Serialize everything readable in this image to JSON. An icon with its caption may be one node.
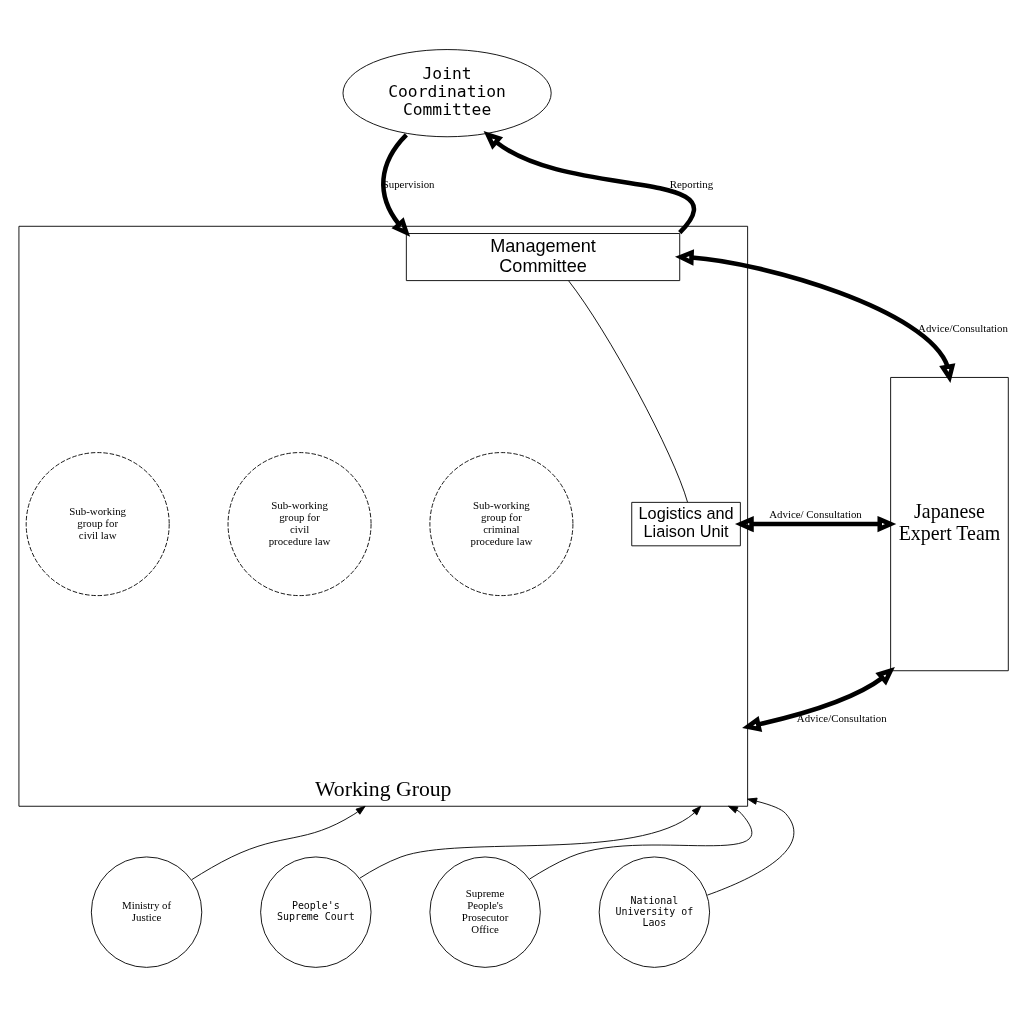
{
  "diagram": {
    "nodes": [
      {
        "text": [
          "Joint Coordination Committee"
        ]
      },
      {
        "text": [
          "Working Group"
        ]
      },
      {
        "text": [
          "Management Committee"
        ],
        "in": 1
      },
      {
        "text": [
          "Sub-working group for civil law"
        ],
        "in": 1
      },
      {
        "text": [
          "Sub-working group for civil procedure law"
        ],
        "in": 1
      },
      {
        "text": [
          "Sub-working group for criminal procedure law"
        ],
        "in": 1
      },
      {
        "text": [
          "Logistics and Liaison Unit"
        ],
        "in": 1
      },
      {
        "text": [
          "Japanese Expert Team"
        ]
      },
      {
        "text": [
          "Ministry of Justice"
        ]
      },
      {
        "text": [
          "People's Supreme Court"
        ]
      },
      {
        "text": [
          "Supreme People's Prosecutor Office"
        ]
      },
      {
        "text": [
          "National University of Laos"
        ]
      }
    ],
    "edges": [
      {
        "from": 0,
        "to": 2,
        "arrow": "to",
        "label": "Supervision",
        "style": "thick"
      },
      {
        "from": 2,
        "to": 0,
        "arrow": "to",
        "label": "Reporting",
        "style": "thick"
      },
      {
        "from": 2,
        "to": 7,
        "arrow": "both",
        "label": "Advice/Consultation",
        "style": "thick"
      },
      {
        "from": 2,
        "to": 6,
        "arrow": "none"
      },
      {
        "from": 6,
        "to": 7,
        "arrow": "both",
        "label": "Advice/ Consultation",
        "style": "thick"
      },
      {
        "from": 1,
        "to": 7,
        "arrow": "both",
        "label": "Advice/Consultation",
        "style": "thick"
      },
      {
        "from": 8,
        "to": 1,
        "arrow": "to"
      },
      {
        "from": 9,
        "to": 1,
        "arrow": "to"
      },
      {
        "from": 10,
        "to": 1,
        "arrow": "to"
      },
      {
        "from": 11,
        "to": 1,
        "arrow": "to"
      }
    ]
  }
}
